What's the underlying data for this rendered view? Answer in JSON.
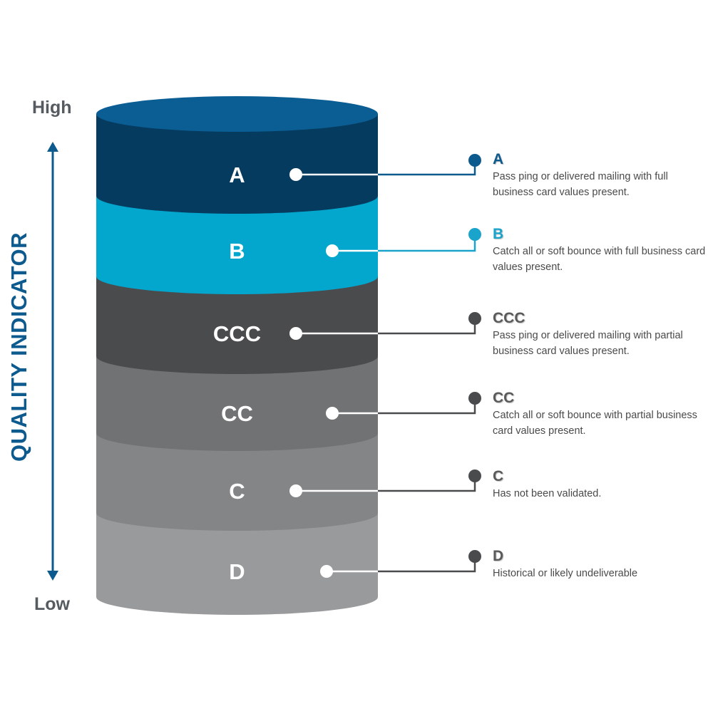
{
  "axis": {
    "high": "High",
    "low": "Low",
    "title": "QUALITY INDICATOR",
    "color": "#0d5a8e"
  },
  "layers": [
    {
      "code": "A",
      "color": "#053b5f",
      "code_color": "#0d5a8e",
      "description": "Pass ping or delivered mailing with full business card values present."
    },
    {
      "code": "B",
      "color": "#03a6cc",
      "code_color": "#1aa3cb",
      "description": "Catch all or soft bounce with full business card values present."
    },
    {
      "code": "CCC",
      "color": "#4a4b4d",
      "code_color": "#5a5a5a",
      "description": "Pass ping or delivered mailing with partial business card values present."
    },
    {
      "code": "CC",
      "color": "#707274",
      "code_color": "#5a5a5a",
      "description": "Catch all or soft bounce with partial business card values present."
    },
    {
      "code": "C",
      "color": "#848587",
      "code_color": "#5a5a5a",
      "description": "Has not been validated."
    },
    {
      "code": "D",
      "color": "#999a9c",
      "code_color": "#5a5a5a",
      "description": "Historical or likely undeliverable"
    }
  ],
  "top_cap_color": "#0a5e94"
}
